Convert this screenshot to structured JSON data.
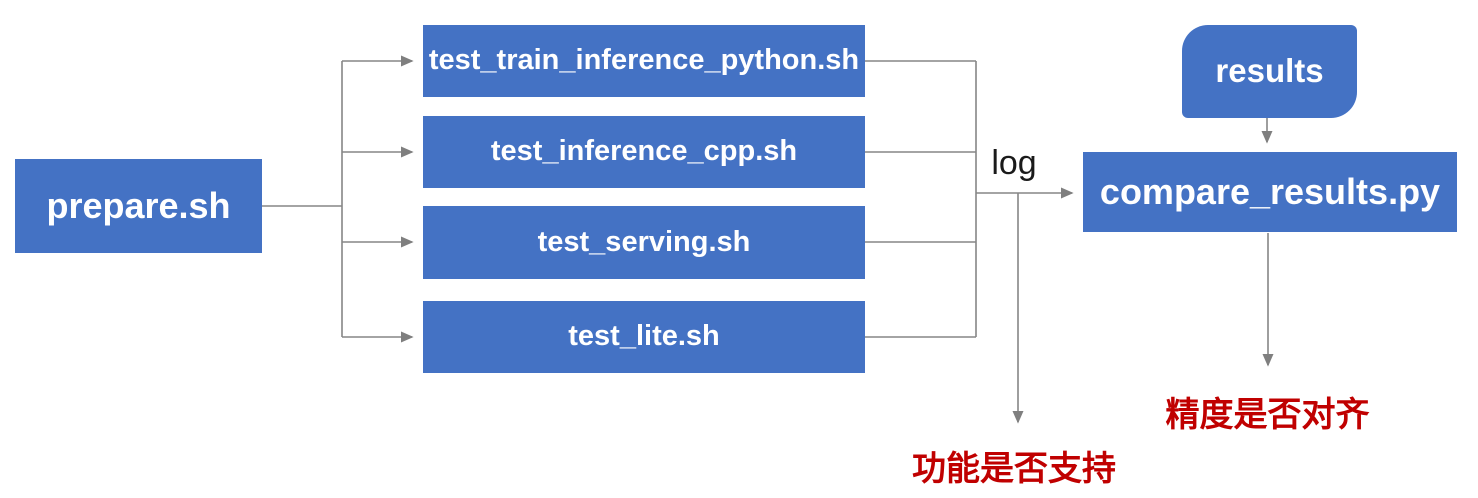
{
  "diagram": {
    "nodes": {
      "prepare": {
        "label": "prepare.sh"
      },
      "tests": [
        {
          "label": "test_train_inference_python.sh"
        },
        {
          "label": "test_inference_cpp.sh"
        },
        {
          "label": "test_serving.sh"
        },
        {
          "label": "test_lite.sh"
        }
      ],
      "results": {
        "label": "results"
      },
      "compare": {
        "label": "compare_results.py"
      }
    },
    "edge_labels": {
      "log": "log"
    },
    "annotations": {
      "function_support": "功能是否支持",
      "precision_aligned": "精度是否对齐"
    },
    "colors": {
      "node_fill": "#4472C4",
      "node_text": "#FFFFFF",
      "connector": "#868686",
      "arrowhead": "#7F7F7F",
      "annotation_text": "#C00000",
      "edge_label_text": "#1A1A1A",
      "background": "#FFFFFF"
    }
  }
}
